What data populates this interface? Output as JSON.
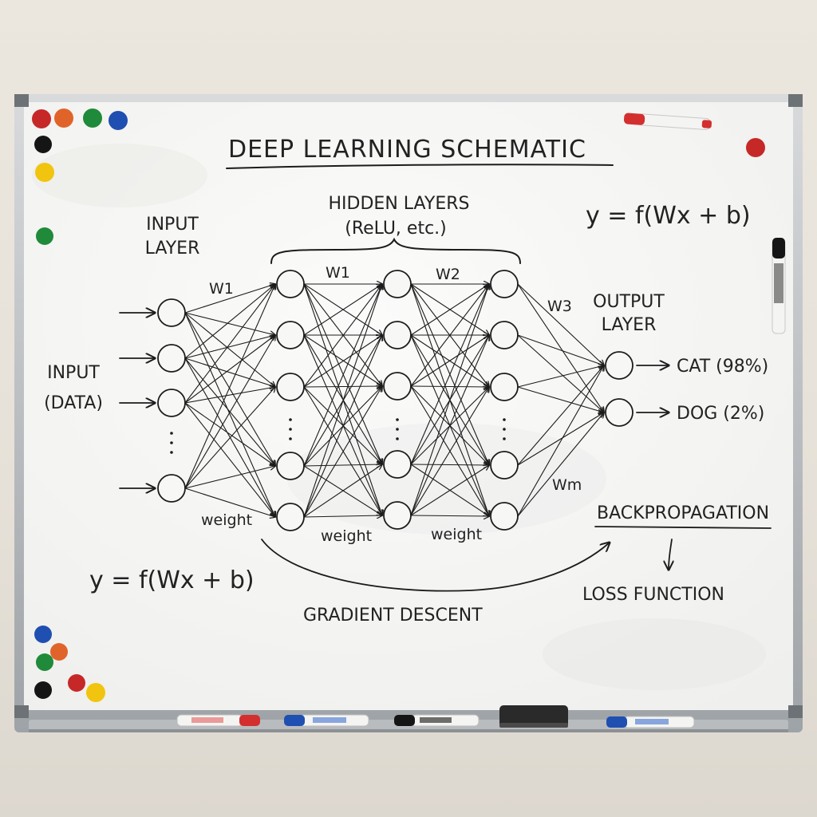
{
  "board": {
    "title": "DEEP LEARNING SCHEMATIC",
    "hidden_layers_label": "HIDDEN LAYERS",
    "hidden_layers_note": "(ReLU, etc.)",
    "input_layer_label_1": "INPUT",
    "input_layer_label_2": "LAYER",
    "input_data_label_1": "INPUT",
    "input_data_label_2": "(DATA)",
    "output_layer_label_1": "OUTPUT",
    "output_layer_label_2": "LAYER",
    "formula_top": "y = f(Wx + b)",
    "formula_bottom": "y = f(Wx + b)",
    "weight_labels": {
      "w1_input": "W1",
      "w1_hidden": "W1",
      "w2": "W2",
      "w3": "W3",
      "wm": "Wm",
      "weight_1": "weight",
      "weight_2": "weight",
      "weight_3": "weight"
    },
    "outputs": [
      {
        "label": "CAT (98%)"
      },
      {
        "label": "DOG (2%)"
      }
    ],
    "backprop_label": "BACKPROPAGATION",
    "loss_label": "LOSS FUNCTION",
    "gradient_label": "GRADIENT DESCENT"
  },
  "colors": {
    "ink": "#1c1c1c",
    "magnet_red": "#c62828",
    "magnet_orange": "#e0642a",
    "magnet_green": "#1f8a3a",
    "magnet_blue": "#1f4fb0",
    "magnet_black": "#151515",
    "magnet_yellow": "#f1c40f"
  },
  "props": {
    "markers": [
      "red-marker",
      "blue-marker",
      "black-marker",
      "blue-marker"
    ],
    "eraser": "eraser"
  }
}
